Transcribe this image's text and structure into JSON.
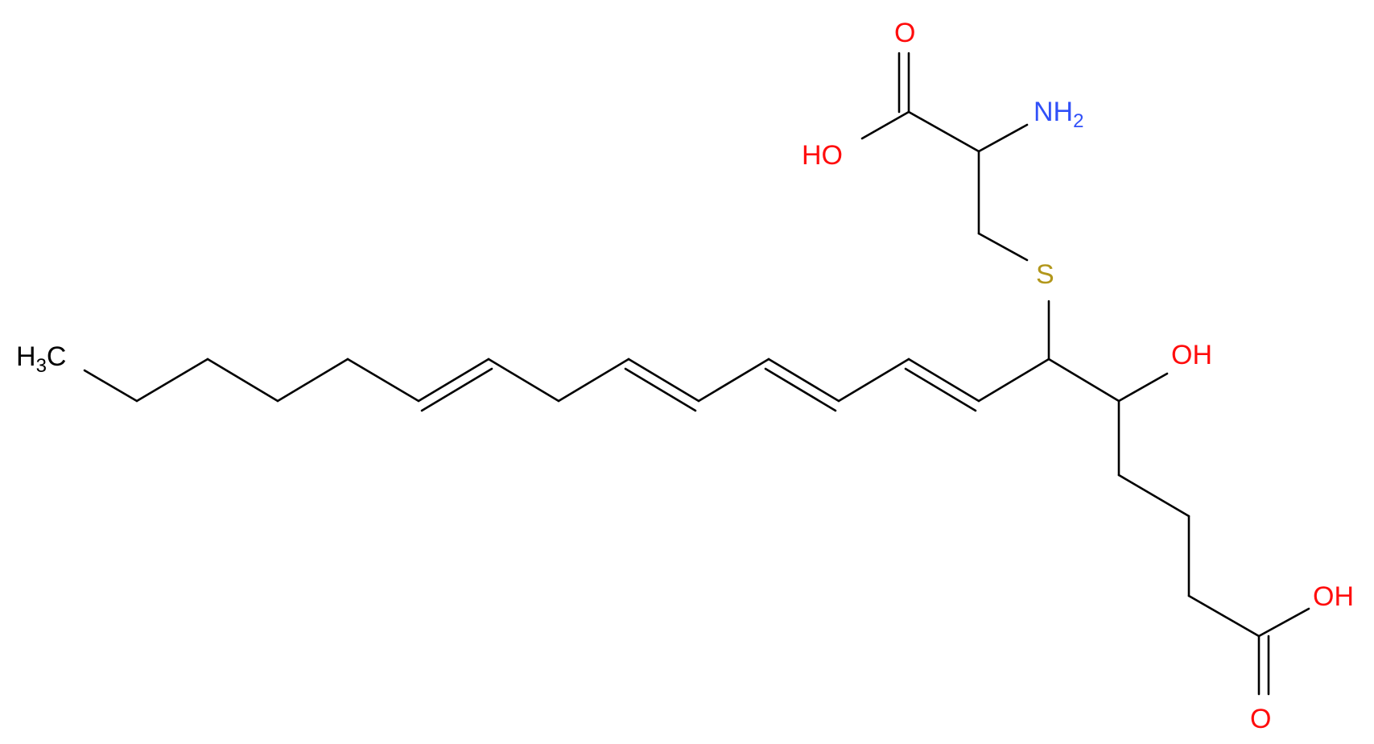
{
  "colors": {
    "bond": "#000000",
    "oxygen": "#ff0d0d",
    "nitrogen": "#3050f8",
    "sulfur": "#b2971b",
    "carbon": "#000000"
  },
  "labels": {
    "methyl_main": "H",
    "methyl_sub": "3",
    "methyl_tail": "C",
    "acid_top_o": "O",
    "acid_top_oh": "HO",
    "amine_main": "NH",
    "amine_sub": "2",
    "sulfur": "S",
    "hydroxyl": "OH",
    "acid_bottom_oh": "OH",
    "acid_bottom_o": "O"
  }
}
